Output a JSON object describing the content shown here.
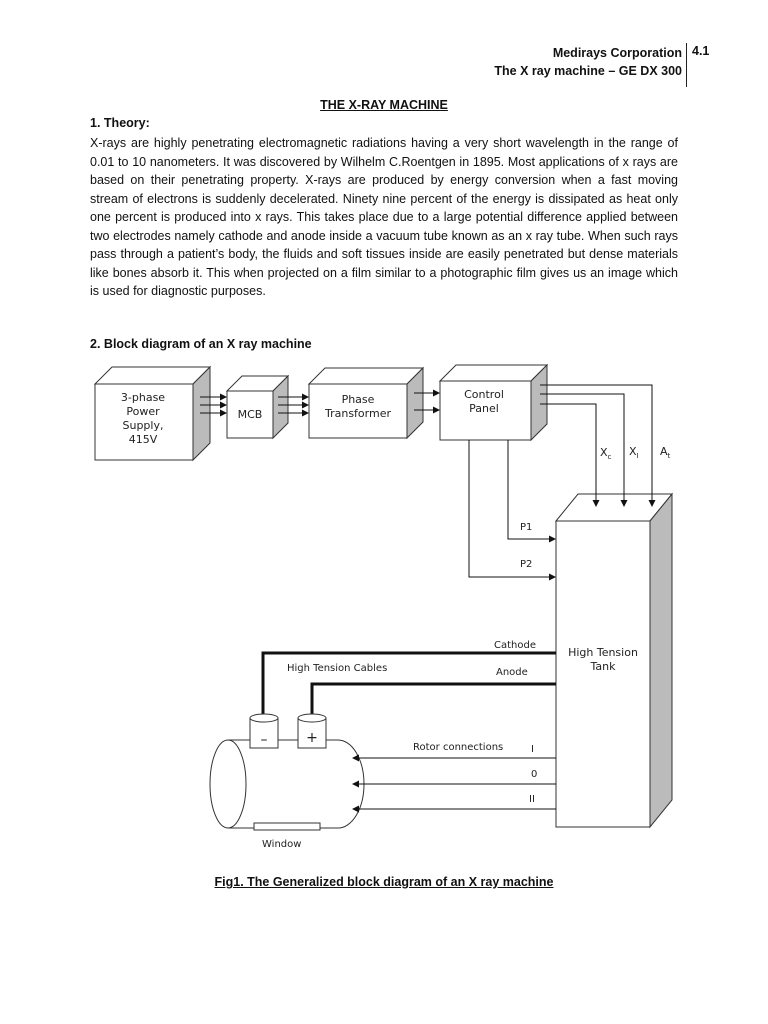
{
  "header": {
    "company": "Medirays Corporation",
    "subtitle": "The X ray machine – GE DX 300",
    "page_number": "4.1"
  },
  "title": "THE X-RAY MACHINE",
  "section1": {
    "number": "1.",
    "heading": "Theory:",
    "paragraph": "X-rays are highly penetrating electromagnetic radiations having a very short wavelength in the range of 0.01 to 10 nanometers. It was discovered by Wilhelm C.Roentgen in 1895. Most applications of x rays are based on their penetrating property. X-rays are produced by energy conversion when a fast moving stream of electrons is suddenly decelerated. Ninety nine percent of the energy is dissipated as heat only one percent is produced into x rays. This takes place due to a large potential difference applied between two electrodes namely cathode and anode inside a vacuum tube known as an x ray tube. When such rays pass through a patient’s body, the fluids and soft tissues inside are easily penetrated but dense materials like bones absorb it. This when projected on a film similar to a photographic film gives us an image which is used for diagnostic purposes."
  },
  "section2": {
    "number": "2.",
    "heading": "Block diagram of an X ray machine"
  },
  "diagram": {
    "power_supply": [
      "3-phase",
      "Power",
      "Supply,",
      "415V"
    ],
    "mcb": "MCB",
    "phase_transformer": [
      "Phase",
      "Transformer"
    ],
    "control_panel": [
      "Control",
      "Panel"
    ],
    "xc": "X",
    "xc_sub": "c",
    "xi": "X",
    "xi_sub": "I",
    "at": "A",
    "at_sub": "t",
    "p1": "P1",
    "p2": "P2",
    "ht_tank": [
      "High Tension",
      "Tank"
    ],
    "cathode": "Cathode",
    "anode": "Anode",
    "ht_cables": "High Tension Cables",
    "minus": "–",
    "plus": "+",
    "rotor_connections": "Rotor connections",
    "rotor_i": "I",
    "rotor_0": "0",
    "rotor_ii": "II",
    "window": "Window"
  },
  "caption": "Fig1. The Generalized block diagram of an X ray machine"
}
